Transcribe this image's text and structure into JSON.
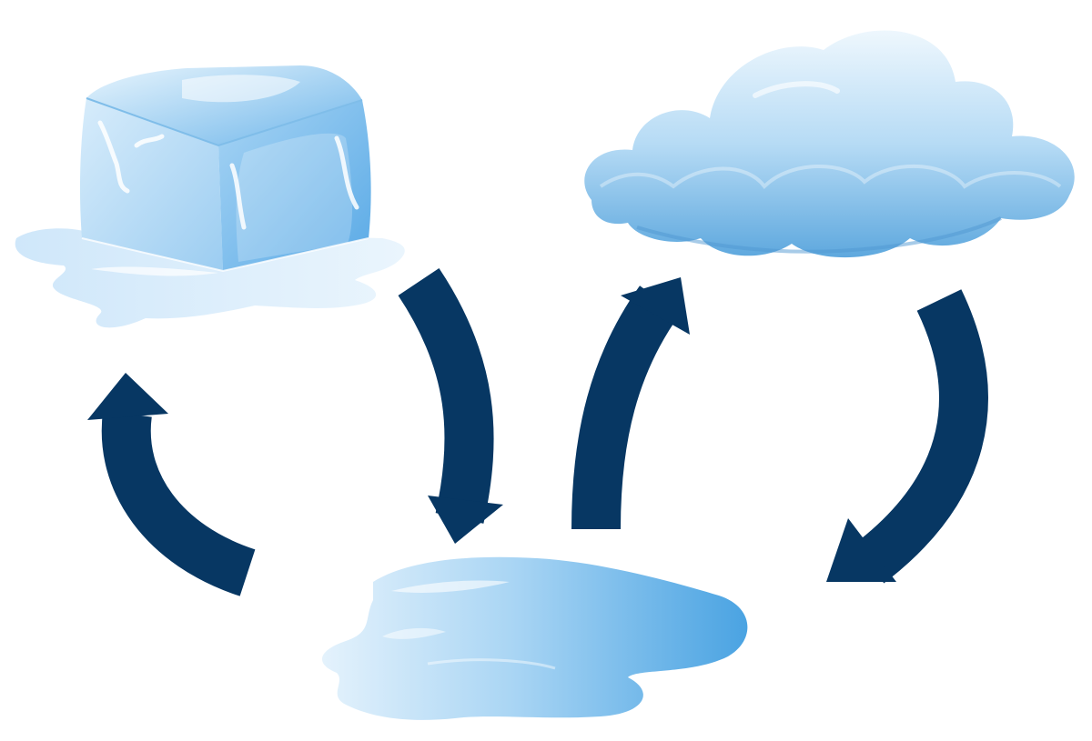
{
  "diagram": {
    "type": "water-cycle-states",
    "nodes": [
      {
        "id": "ice",
        "icon": "ice-cube-icon"
      },
      {
        "id": "cloud",
        "icon": "cloud-icon"
      },
      {
        "id": "water",
        "icon": "water-puddle-icon"
      }
    ],
    "arrows": [
      {
        "from": "ice",
        "to": "water"
      },
      {
        "from": "water",
        "to": "cloud"
      },
      {
        "from": "cloud",
        "to": "water"
      },
      {
        "from": "water",
        "to": "ice"
      }
    ]
  },
  "colors": {
    "arrow": "#073763",
    "ice_light": "#cfe8fb",
    "ice_mid": "#9fd0f3",
    "ice_dark": "#5aa9e6",
    "cloud_light": "#e3f2fc",
    "cloud_mid": "#a7d3f2",
    "cloud_dark": "#5fa7dc",
    "water_light": "#dbeefb",
    "water_dark": "#4aa3e2"
  }
}
